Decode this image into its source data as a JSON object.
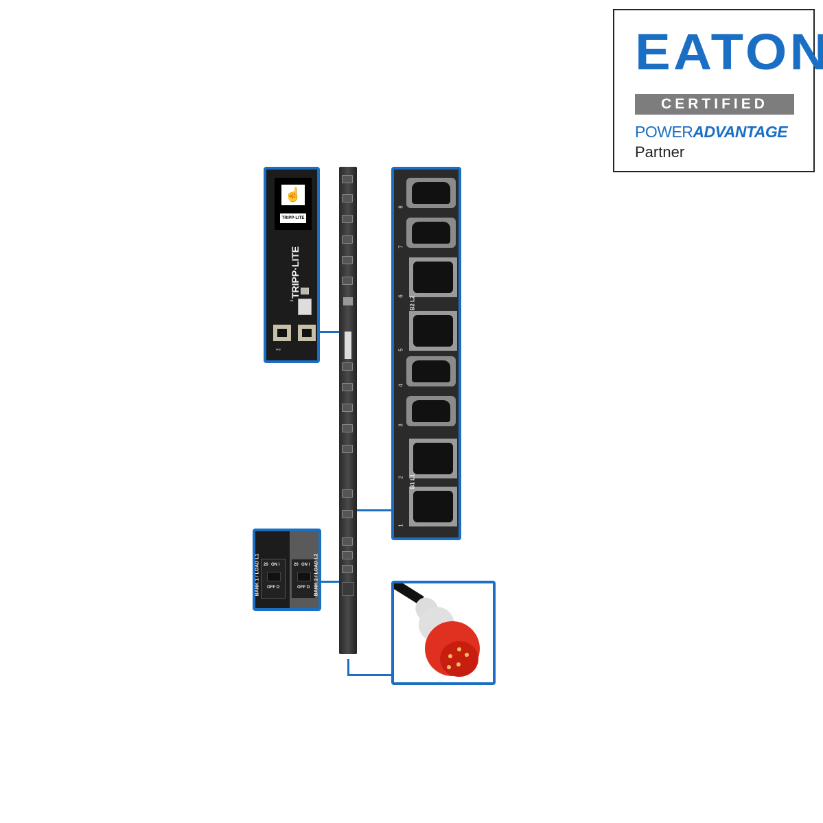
{
  "badge": {
    "brand": "EATON",
    "certified": "CERTIFIED",
    "power": "POWER",
    "advantage": "ADVANTAGE",
    "partner": "Partner"
  },
  "colors": {
    "accent": "#1a6fc4",
    "badge_gray": "#7d7d7d",
    "plug_red": "#e03020"
  },
  "control_panel": {
    "brand": "TRIPP·LITE",
    "display_brand": "TRIPP·LITE",
    "icons": [
      "touch-display-icon",
      "usb-icon",
      "network-port-icon"
    ]
  },
  "outlets": [
    {
      "number": "8",
      "type": "C13"
    },
    {
      "number": "7",
      "type": "C13"
    },
    {
      "number": "6",
      "type": "C19"
    },
    {
      "number": "5",
      "type": "C19"
    },
    {
      "number": "4",
      "type": "C13"
    },
    {
      "number": "3",
      "type": "C13"
    },
    {
      "number": "2",
      "type": "C19"
    },
    {
      "number": "1",
      "type": "C19"
    }
  ],
  "bank_labels": {
    "upper": "B2 L2",
    "lower": "B1 L1"
  },
  "breakers": [
    {
      "label": "BANK 1 / LOAD L1",
      "rating": "20",
      "on": "ON I",
      "off": "OFF O"
    },
    {
      "label": "BANK 2 / LOAD L2",
      "rating": "20",
      "on": "ON I",
      "off": "OFF O"
    }
  ]
}
